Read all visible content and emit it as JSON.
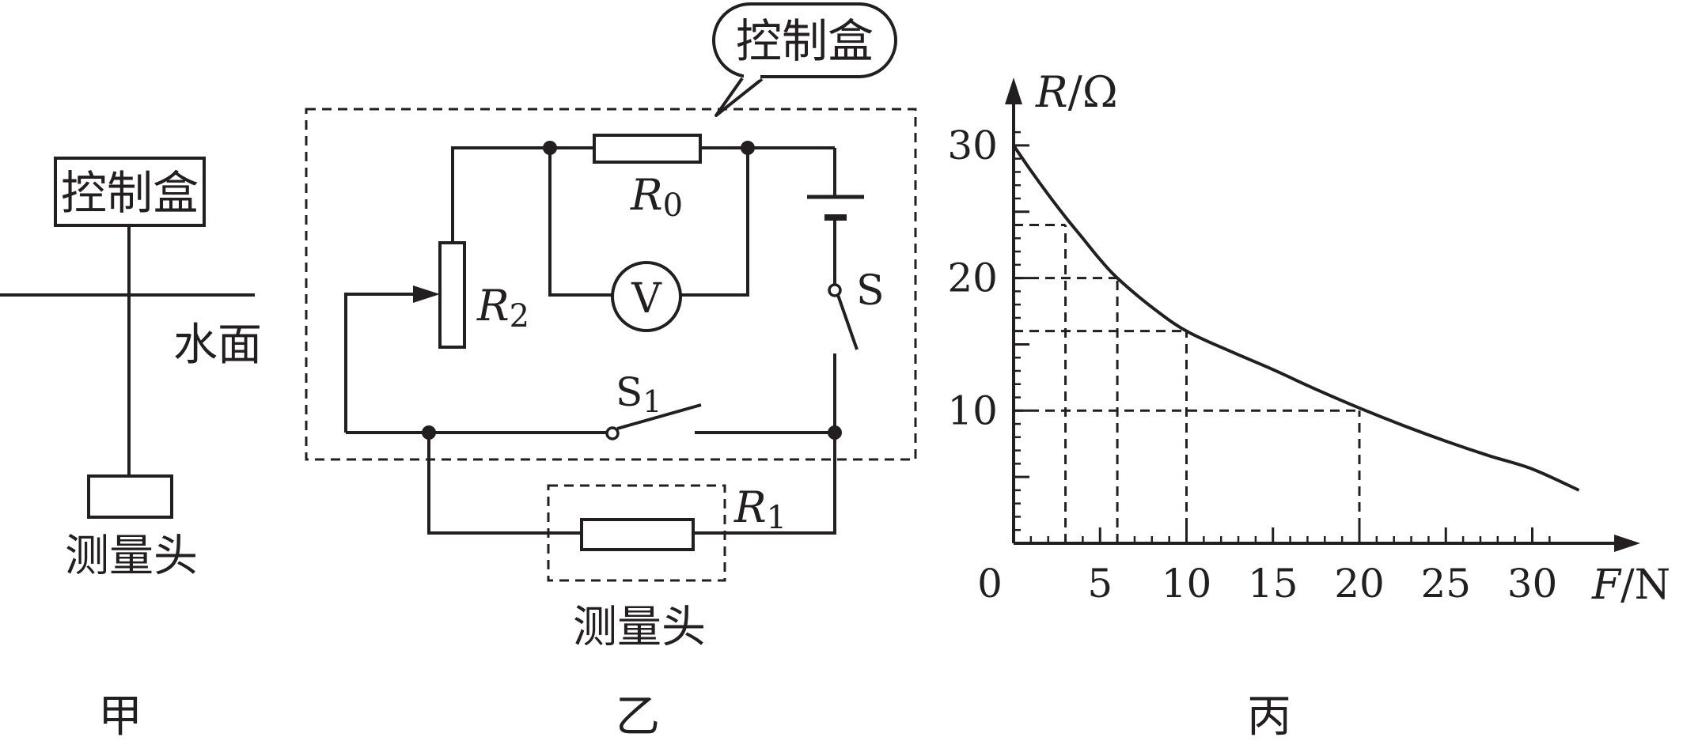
{
  "figure_a": {
    "control_box_label": "控制盒",
    "water_surface_label": "水面",
    "probe_label": "测量头",
    "caption": "甲"
  },
  "figure_b": {
    "callout_label": "控制盒",
    "r0_main": "R",
    "r0_sub": "0",
    "r1_main": "R",
    "r1_sub": "1",
    "r2_main": "R",
    "r2_sub": "2",
    "voltmeter_label": "V",
    "switch_s_label": "S",
    "switch_s1_main": "S",
    "switch_s1_sub": "1",
    "probe_label": "测量头",
    "caption": "乙"
  },
  "figure_c": {
    "caption": "丙",
    "chart_data": {
      "type": "line",
      "title": "",
      "xlabel_var": "F",
      "xlabel_unit": "/N",
      "ylabel_var": "R",
      "ylabel_unit": "/Ω",
      "x_ticks": [
        "0",
        "5",
        "10",
        "15",
        "20",
        "25",
        "30"
      ],
      "y_ticks": [
        "10",
        "20",
        "30"
      ],
      "xlim": [
        0,
        34
      ],
      "ylim": [
        0,
        33
      ],
      "grid": false,
      "series": [
        {
          "x": [
            0,
            1,
            2,
            3,
            4,
            5,
            6,
            8,
            10,
            12.5,
            15,
            17.5,
            20,
            22.5,
            25,
            27.5,
            30,
            32.7
          ],
          "y": [
            30,
            28.1,
            26.3,
            24.6,
            23,
            21.4,
            20,
            17.8,
            16,
            14.5,
            13.1,
            11.6,
            10.2,
            8.9,
            7.7,
            6.6,
            5.6,
            4
          ]
        }
      ],
      "reference_points": [
        {
          "x": 3,
          "y": 24
        },
        {
          "x": 6,
          "y": 20
        },
        {
          "x": 10,
          "y": 16
        },
        {
          "x": 20,
          "y": 10
        }
      ]
    }
  }
}
